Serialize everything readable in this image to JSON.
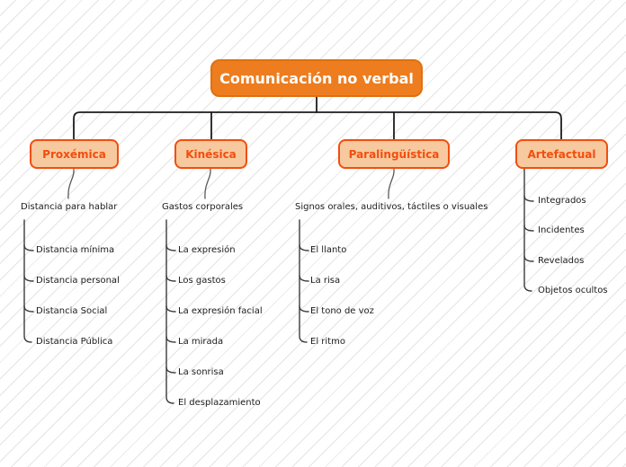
{
  "root_label": "Comunicación no verbal",
  "branches": [
    {
      "label": "Proxémica",
      "sublabel": "Distancia para hablar",
      "items": [
        "Distancia mínima",
        "Distancia personal",
        "Distancia Social",
        "Distancia Pública"
      ]
    },
    {
      "label": "Kinésica",
      "sublabel": "Gastos corporales",
      "items": [
        "La expresión",
        "Los gastos",
        "La expresión facial",
        "La mirada",
        "La sonrisa",
        "El desplazamiento"
      ]
    },
    {
      "label": "Paralingüística",
      "sublabel": "Signos orales, auditivos, táctiles o visuales",
      "items": [
        "El llanto",
        "La risa",
        "El tono de voz",
        "El ritmo"
      ]
    },
    {
      "label": "Artefactual",
      "sublabel": "",
      "items": [
        "Integrados",
        "Incidentes",
        "Revelados",
        "Objetos ocultos"
      ]
    }
  ],
  "colors": {
    "root_fill": "#ed7d1f",
    "root_text": "#ffffff",
    "branch_fill": "#f7c99e",
    "branch_accent": "#f24e0f",
    "connector": "#1c1c1c",
    "text": "#1c1c1c",
    "background_hatch": "#e4e4e4"
  }
}
